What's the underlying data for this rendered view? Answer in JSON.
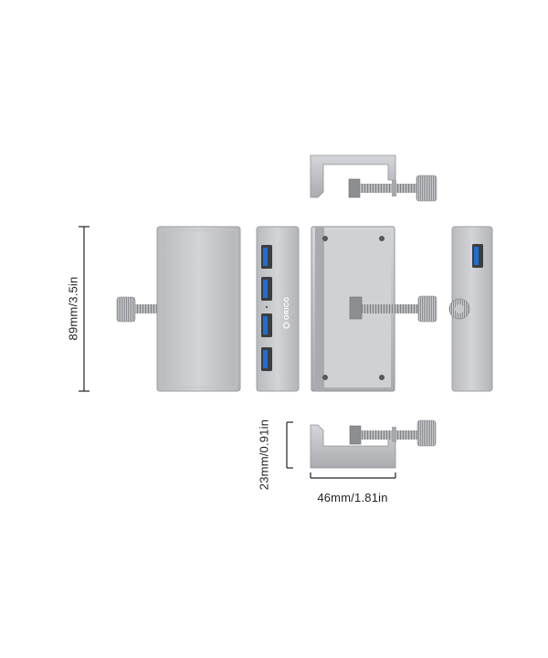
{
  "dimensions": {
    "height_label": "89mm/3.5in",
    "clamp_height_label": "23mm/0.91in",
    "clamp_width_label": "46mm/1.81in"
  },
  "product": {
    "brand_text": "ORICO",
    "usb_port_count": 4
  },
  "colors": {
    "body": "#c8c9cc",
    "body_dark": "#9a9ca0",
    "port_blue": "#1e6fd1",
    "line": "#222222"
  }
}
